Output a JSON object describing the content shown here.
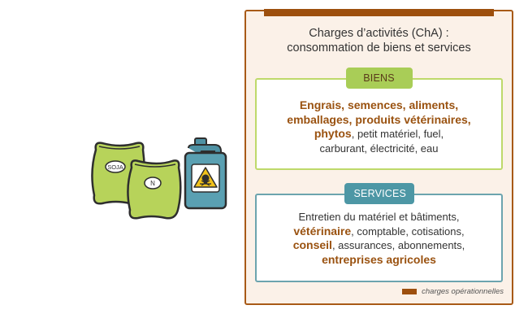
{
  "illustration": {
    "bag1_label": "SOJA",
    "bag2_label": "N",
    "jerrycan_icon": "toxic-skull-icon"
  },
  "panel": {
    "title_line1": "Charges d’activités (ChA) :",
    "title_line2": "consommation de biens et services",
    "accent_color": "#9d4f0d"
  },
  "biens": {
    "label": "BIENS",
    "color": "#a9cd57",
    "line1": "Engrais, semences, aliments,",
    "line2": "emballages, produits vétérinaires,",
    "line3_highlight": "phytos",
    "line3_rest": ", petit matériel, fuel,",
    "line4": "carburant, électricité, eau"
  },
  "services": {
    "label": "SERVICES",
    "color": "#4d97a5",
    "line1": "Entretien du matériel et bâtiments,",
    "line2_highlight": "vétérinaire",
    "line2_rest": ", comptable, cotisations,",
    "line3_highlight": "conseil",
    "line3_rest": ", assurances, abonnements,",
    "line4_highlight": "entreprises agricoles"
  },
  "legend": {
    "label": "charges opérationnelles"
  }
}
